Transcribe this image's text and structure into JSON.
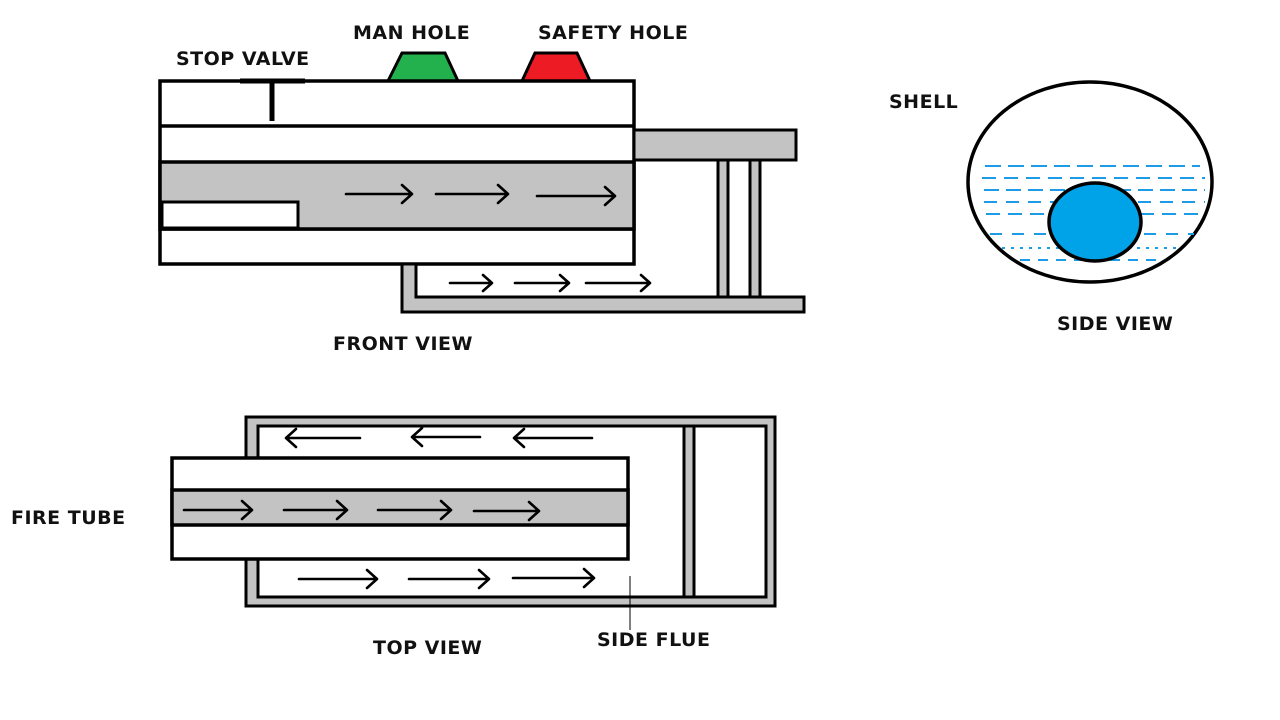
{
  "labels": {
    "stop_valve": "STOP VALVE",
    "man_hole": "MAN HOLE",
    "safety_hole": "SAFETY HOLE",
    "front_view": "FRONT VIEW",
    "shell": "SHELL",
    "side_view": "SIDE VIEW",
    "fire_tube": "FIRE TUBE",
    "top_view": "TOP VIEW",
    "side_flue": "SIDE FLUE"
  },
  "colors": {
    "outline": "#000000",
    "flue_gray": "#c3c3c3",
    "man_hole": "#22b14c",
    "safety_hole": "#ed1c24",
    "water_line": "#1e9be6",
    "fire_tube_blue": "#00a2e8"
  },
  "icons": {
    "flow_arrow": "right-arrow",
    "return_arrow": "left-arrow"
  }
}
